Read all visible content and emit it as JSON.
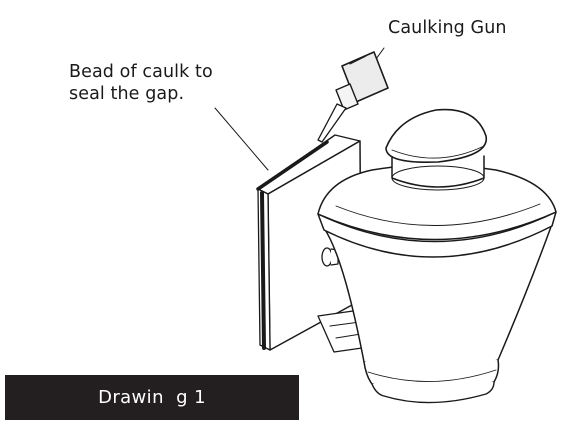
{
  "callouts": {
    "caulking_gun": "Caulking Gun",
    "bead_line1": "Bead of caulk to",
    "bead_line2": "seal the gap."
  },
  "caption": "Drawin  g 1",
  "colors": {
    "ink": "#1a1a1a",
    "caption_bg": "#231f20",
    "caption_text": "#ffffff",
    "gun_fill": "#e9e9e9"
  },
  "icons": [
    "caulking-gun-icon",
    "wall-lantern-icon",
    "mounting-plate-icon"
  ]
}
